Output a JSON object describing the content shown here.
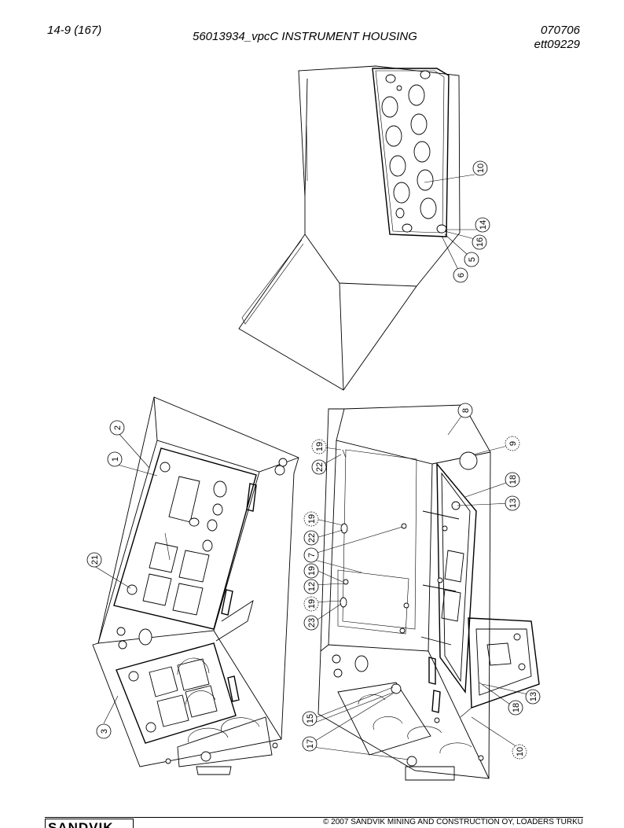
{
  "header": {
    "page_number": "14-9 (167)",
    "title": "56013934_vpcC INSTRUMENT HOUSING",
    "date_code": "070706",
    "drawing_code": "ett09229"
  },
  "callouts": {
    "c10a": "10",
    "c14": "14",
    "c16": "16",
    "c5": "5",
    "c6": "6",
    "c2": "2",
    "c1": "1",
    "c21": "21",
    "c3": "3",
    "c8": "8",
    "c9": "9",
    "c18a": "18",
    "c13a": "13",
    "c19a": "19",
    "c22a": "22",
    "c19b": "19",
    "c22b": "22",
    "c7": "7",
    "c19c": "19",
    "c12": "12",
    "c19d": "19",
    "c23": "23",
    "c15": "15",
    "c17": "17",
    "c18b": "18",
    "c13b": "13",
    "c10b": "10"
  },
  "footer": {
    "logo": "SANDVIK",
    "copyright": "© 2007 SANDVIK MINING AND CONSTRUCTION OY, LOADERS TURKU"
  }
}
